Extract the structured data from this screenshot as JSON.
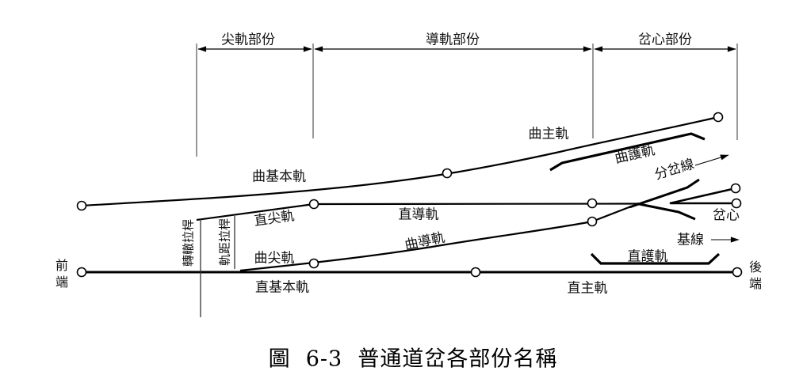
{
  "figure": {
    "caption": "圖  6-3  普通道岔各部份名稱",
    "line_color": "#000000",
    "background_color": "#ffffff"
  },
  "sections": {
    "switch_section": "尖軌部份",
    "lead_section": "導軌部份",
    "frog_section": "岔心部份"
  },
  "parts": {
    "curved_main_rail": "曲主軌",
    "curved_guard_rail": "曲護軌",
    "branch_line": "分岔線",
    "curved_stock_rail": "曲基本軌",
    "straight_switch_rail": "直尖軌",
    "straight_lead_rail": "直導軌",
    "frog": "岔心",
    "curved_lead_rail": "曲導軌",
    "base_line": "基線",
    "curved_switch_rail": "曲尖軌",
    "straight_guard_rail": "直護軌",
    "front_end": "前端",
    "straight_stock_rail": "直基本軌",
    "straight_main_rail": "直主軌",
    "rear_end": "後端",
    "switch_rod": "轉轍拉桿",
    "gauge_rod": "軌距拉桿"
  }
}
